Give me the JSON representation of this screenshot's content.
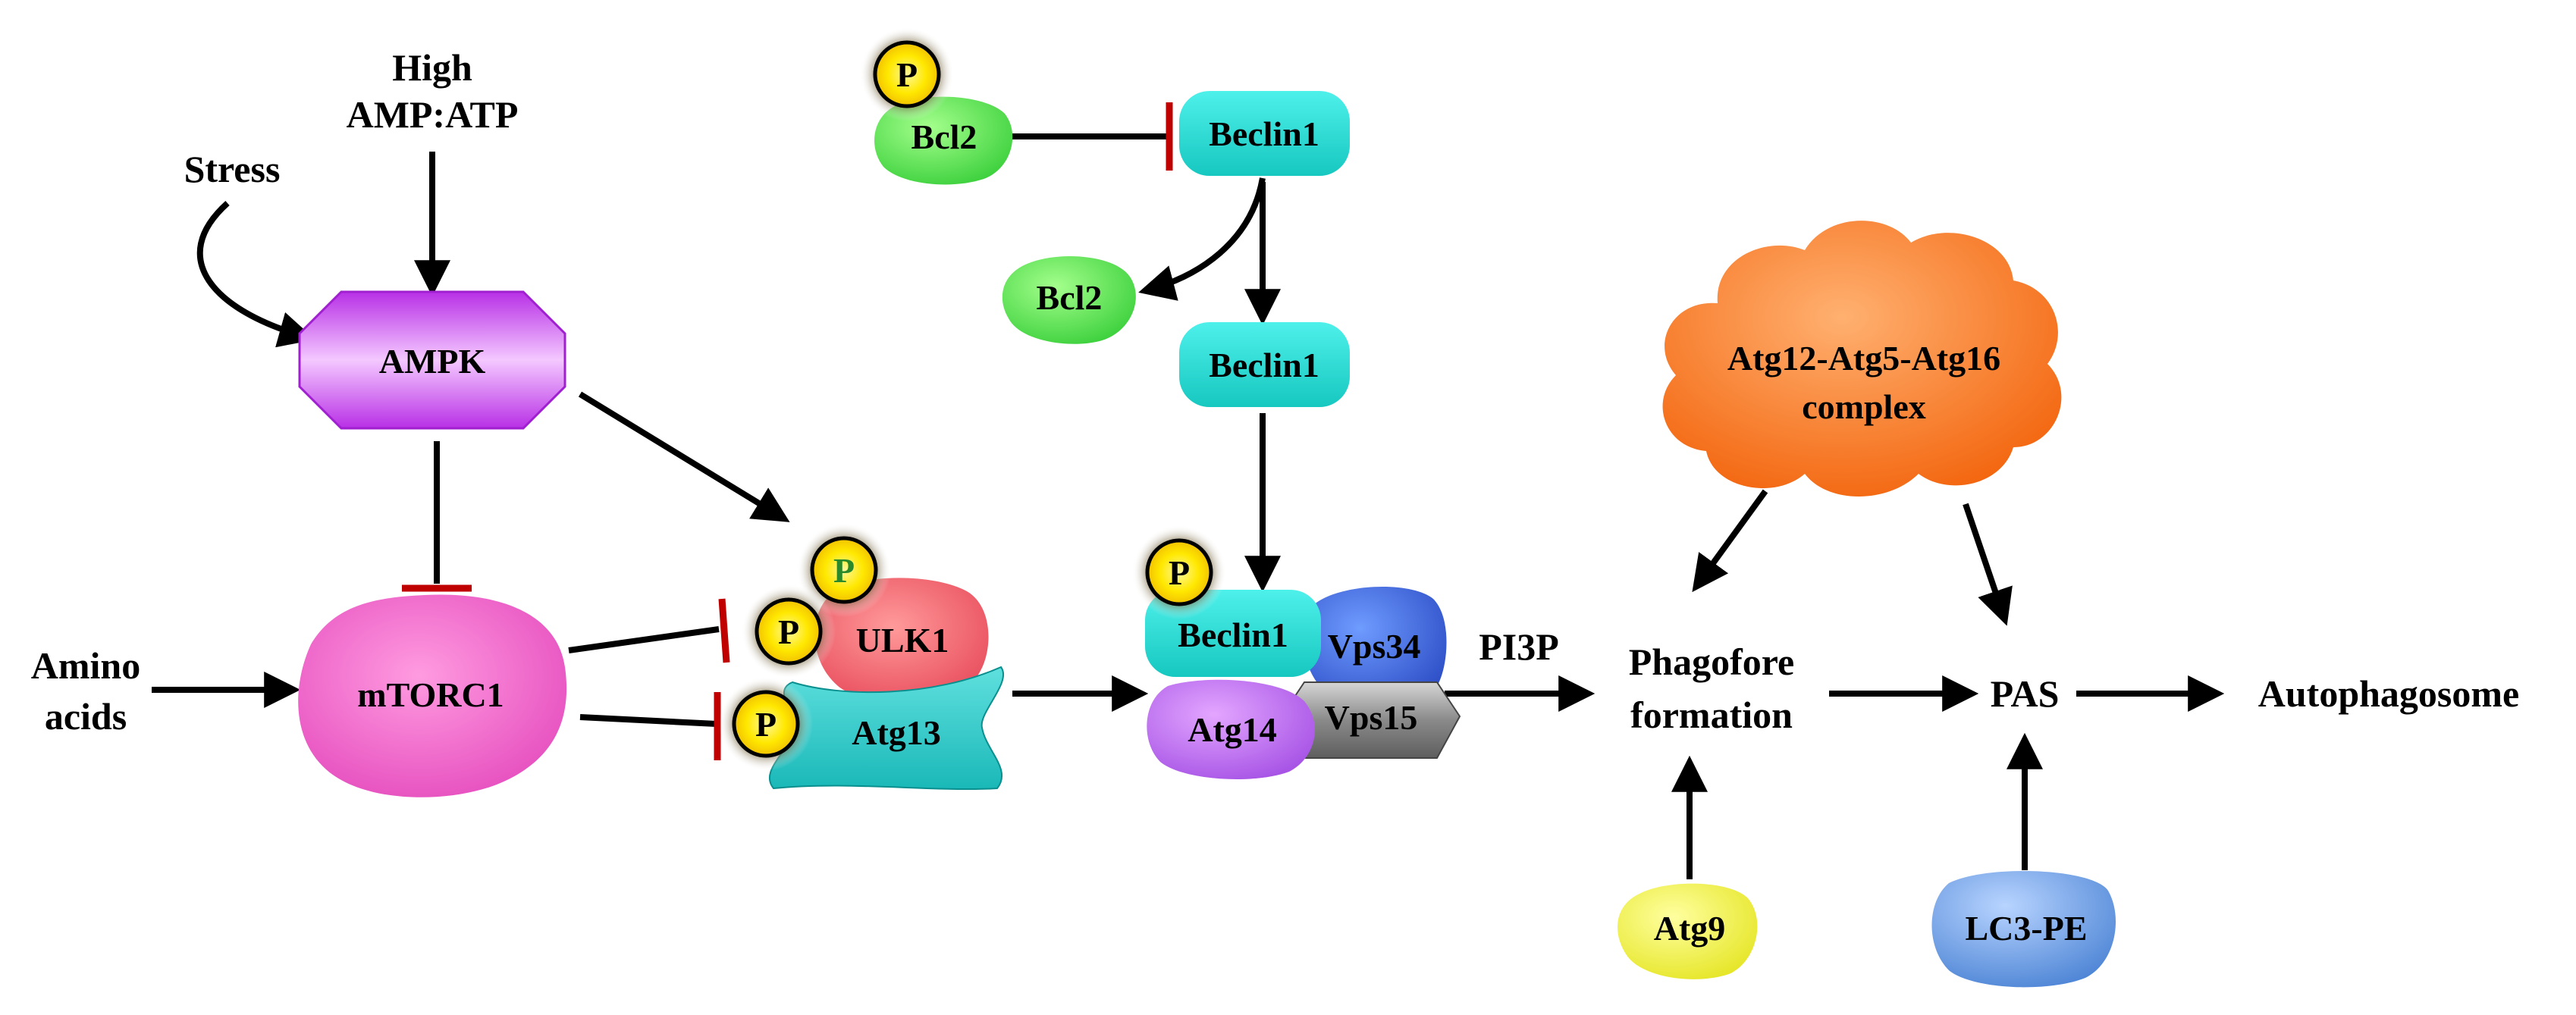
{
  "labels": {
    "high_amp_atp_line1": "High",
    "high_amp_atp_line2": "AMP:ATP",
    "stress": "Stress",
    "amino_acids_line1": "Amino",
    "amino_acids_line2": "acids",
    "pi3p": "PI3P",
    "phagofore_line1": "Phagofore",
    "phagofore_line2": "formation",
    "pas": "PAS",
    "autophagosome": "Autophagosome"
  },
  "nodes": {
    "ampk": "AMPK",
    "mtorc1": "mTORC1",
    "ulk1": "ULK1",
    "atg13": "Atg13",
    "bcl2_bound": "Bcl2",
    "beclin1_top": "Beclin1",
    "bcl2_released": "Bcl2",
    "beclin1_free": "Beclin1",
    "beclin1_complex": "Beclin1",
    "vps34": "Vps34",
    "atg14": "Atg14",
    "vps15": "Vps15",
    "atg12_complex_line1": "Atg12-Atg5-Atg16",
    "atg12_complex_line2": "complex",
    "atg9": "Atg9",
    "lc3_pe": "LC3-PE"
  },
  "phospho": {
    "label": "P"
  },
  "colors": {
    "inhibition": "#c00000",
    "ampk": "#cc55ee",
    "mtorc1": "#ee66cc",
    "ulk1": "#ee6677",
    "atg13": "#33cccc",
    "bcl2": "#55dd55",
    "beclin1": "#22d8d0",
    "vps34": "#4466dd",
    "atg14": "#bb66ee",
    "vps15": "#888888",
    "atg_complex": "#ff7722",
    "atg9": "#eeee44",
    "lc3_pe": "#6699dd",
    "phospho": "#ffee00"
  }
}
